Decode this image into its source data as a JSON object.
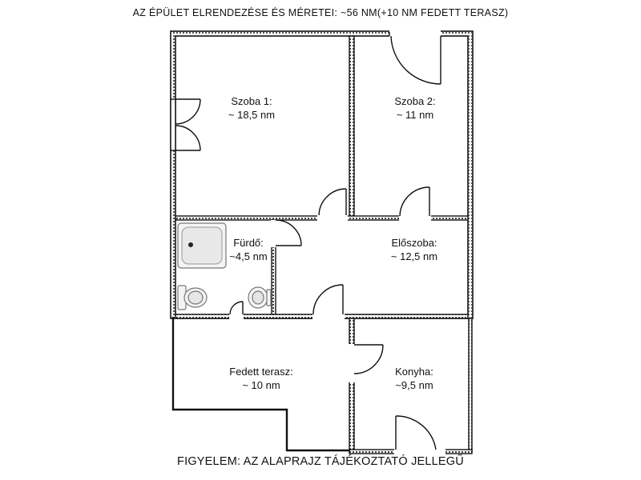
{
  "header": {
    "title": "AZ ÉPÜLET ELRENDEZÉSE ÉS MÉRETEI: ~56 NM(+10 NM FEDETT TERASZ)"
  },
  "footer": {
    "note": "FIGYELEM: AZ ALAPRAJZ TÁJÉKOZTATÓ JELLEGŰ"
  },
  "rooms": {
    "szoba1": {
      "name": "Szoba 1:",
      "area": "~ 18,5 nm"
    },
    "szoba2": {
      "name": "Szoba 2:",
      "area": "~ 11 nm"
    },
    "furdo": {
      "name": "Fürdő:",
      "area": "~4,5 nm"
    },
    "eloszoba": {
      "name": "Előszoba:",
      "area": "~ 12,5 nm"
    },
    "terasz": {
      "name": "Fedett terasz:",
      "area": "~ 10 nm"
    },
    "konyha": {
      "name": "Konyha:",
      "area": "~9,5 nm"
    }
  }
}
